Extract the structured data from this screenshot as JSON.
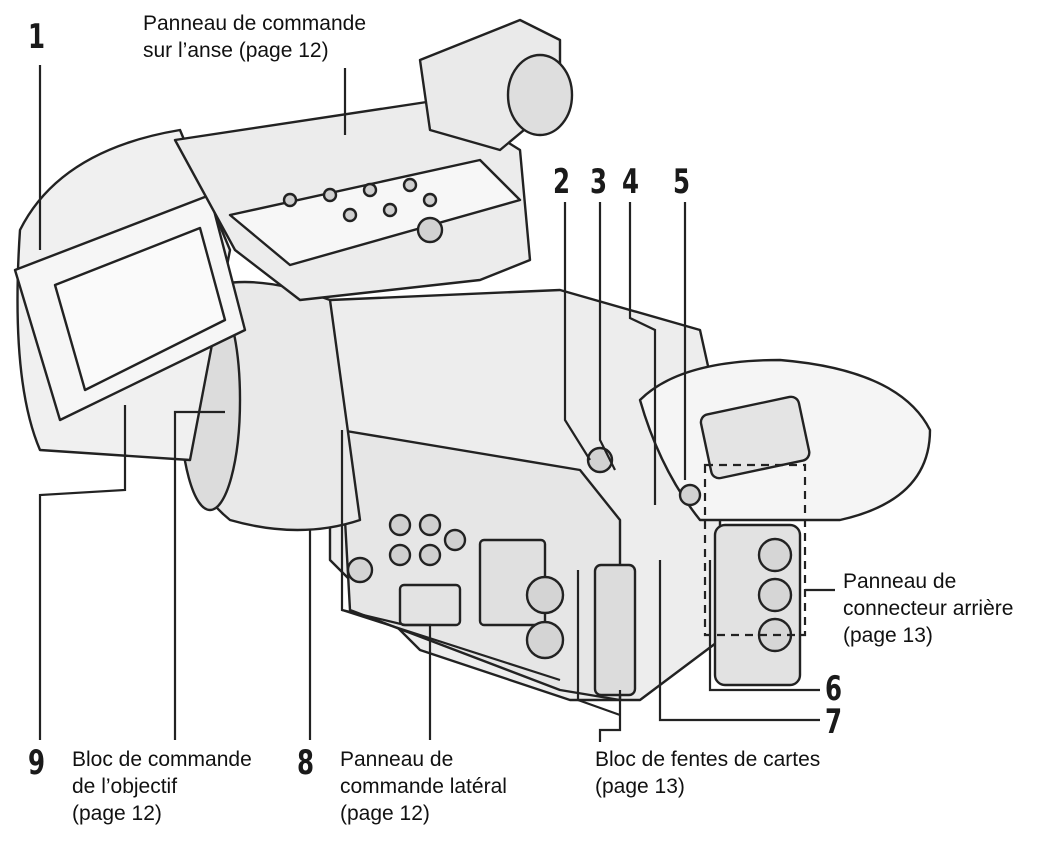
{
  "callouts": [
    {
      "id": "1",
      "label": "1"
    },
    {
      "id": "2",
      "label": "2"
    },
    {
      "id": "3",
      "label": "3"
    },
    {
      "id": "4",
      "label": "4"
    },
    {
      "id": "5",
      "label": "5"
    },
    {
      "id": "6",
      "label": "6"
    },
    {
      "id": "7",
      "label": "7"
    },
    {
      "id": "8",
      "label": "8"
    },
    {
      "id": "9",
      "label": "9"
    }
  ],
  "labels": {
    "handle_panel": {
      "line1": "Panneau de commande",
      "line2": "sur l’anse (page 12)"
    },
    "rear_panel": {
      "line1": "Panneau de",
      "line2": "connecteur arrière",
      "line3": "(page 13)"
    },
    "card_slot": {
      "line1": "Bloc de fentes de cartes",
      "line2": "(page 13)"
    },
    "side_panel": {
      "line1": "Panneau de",
      "line2": "commande latéral",
      "line3": "(page 12)"
    },
    "lens_block": {
      "line1": "Bloc de commande",
      "line2": "de l’objectif",
      "line3": "(page 12)"
    }
  }
}
